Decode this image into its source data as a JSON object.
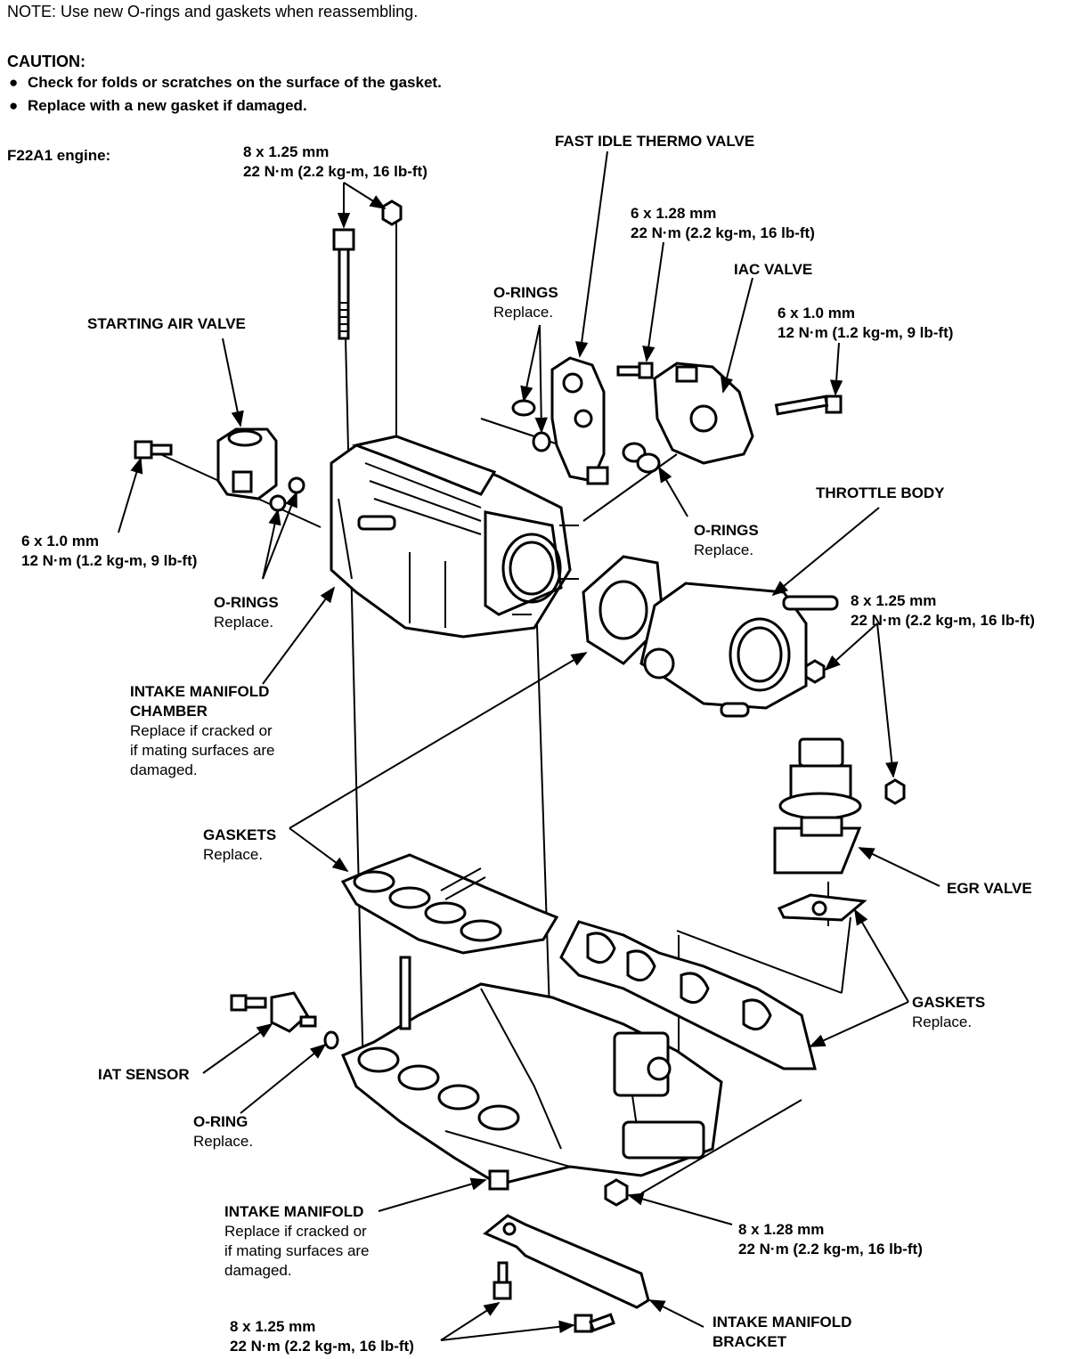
{
  "note": "NOTE:  Use new O-rings and gaskets when reassembling.",
  "caution": {
    "title": "CAUTION:",
    "items": [
      "Check for folds or scratches on the surface of the gasket.",
      "Replace with a new gasket if damaged."
    ],
    "bullet": "●"
  },
  "engine_label": "F22A1 engine:",
  "labels": {
    "bolt_top": [
      "8 x 1.25 mm",
      "22 N·m (2.2 kg-m, 16 lb-ft)"
    ],
    "fast_idle_thermo_valve": "FAST IDLE THERMO VALVE",
    "bolt_fitv": [
      "6 x 1.28 mm",
      "22 N·m (2.2 kg-m, 16 lb-ft)"
    ],
    "iac_valve": "IAC VALVE",
    "o_rings_top": [
      "O-RINGS",
      "Replace."
    ],
    "bolt_iac": [
      "6 x 1.0 mm",
      "12 N·m (1.2 kg-m, 9 lb-ft)"
    ],
    "starting_air_valve": "STARTING AIR VALVE",
    "throttle_body": "THROTTLE BODY",
    "bolt_sav": [
      "6 x 1.0 mm",
      "12 N·m (1.2 kg-m, 9 lb-ft)"
    ],
    "o_rings_mid": [
      "O-RINGS",
      "Replace."
    ],
    "o_rings_left": [
      "O-RINGS",
      "Replace."
    ],
    "bolt_tb": [
      "8 x 1.25 mm",
      "22 N·m (2.2 kg-m, 16 lb-ft)"
    ],
    "intake_manifold_chamber": [
      "INTAKE MANIFOLD",
      "CHAMBER",
      "Replace if cracked or",
      "if mating surfaces are",
      "damaged."
    ],
    "gaskets_left": [
      "GASKETS",
      "Replace."
    ],
    "egr_valve": "EGR VALVE",
    "gaskets_right": [
      "GASKETS",
      "Replace."
    ],
    "iat_sensor": "IAT SENSOR",
    "o_ring_bottom": [
      "O-RING",
      "Replace."
    ],
    "intake_manifold": [
      "INTAKE MANIFOLD",
      "Replace if cracked or",
      "if mating surfaces are",
      "damaged."
    ],
    "bolt_manifold": [
      "8 x 1.28 mm",
      "22 N·m (2.2 kg-m, 16 lb-ft)"
    ],
    "bolt_bracket": [
      "8 x 1.25 mm",
      "22 N·m (2.2 kg-m, 16 lb-ft)"
    ],
    "intake_manifold_bracket": [
      "INTAKE MANIFOLD",
      "BRACKET"
    ]
  }
}
